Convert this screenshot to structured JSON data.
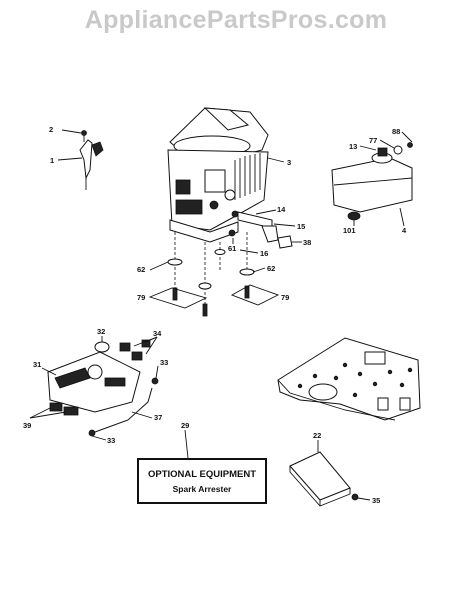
{
  "watermark": "AppliancePartsPros.com",
  "callouts": {
    "c1": "1",
    "c2": "2",
    "c3": "3",
    "c4": "4",
    "c13": "13",
    "c14": "14",
    "c15": "15",
    "c16": "16",
    "c22": "22",
    "c29": "29",
    "c31": "31",
    "c32": "32",
    "c33a": "33",
    "c33b": "33",
    "c34": "34",
    "c35": "35",
    "c37": "37",
    "c38": "38",
    "c39": "39",
    "c61": "61",
    "c62a": "62",
    "c62b": "62",
    "c77": "77",
    "c79a": "79",
    "c79b": "79",
    "c88": "88",
    "c101": "101"
  },
  "optional_box": {
    "title": "OPTIONAL EQUIPMENT",
    "subtitle": "Spark Arrester"
  }
}
